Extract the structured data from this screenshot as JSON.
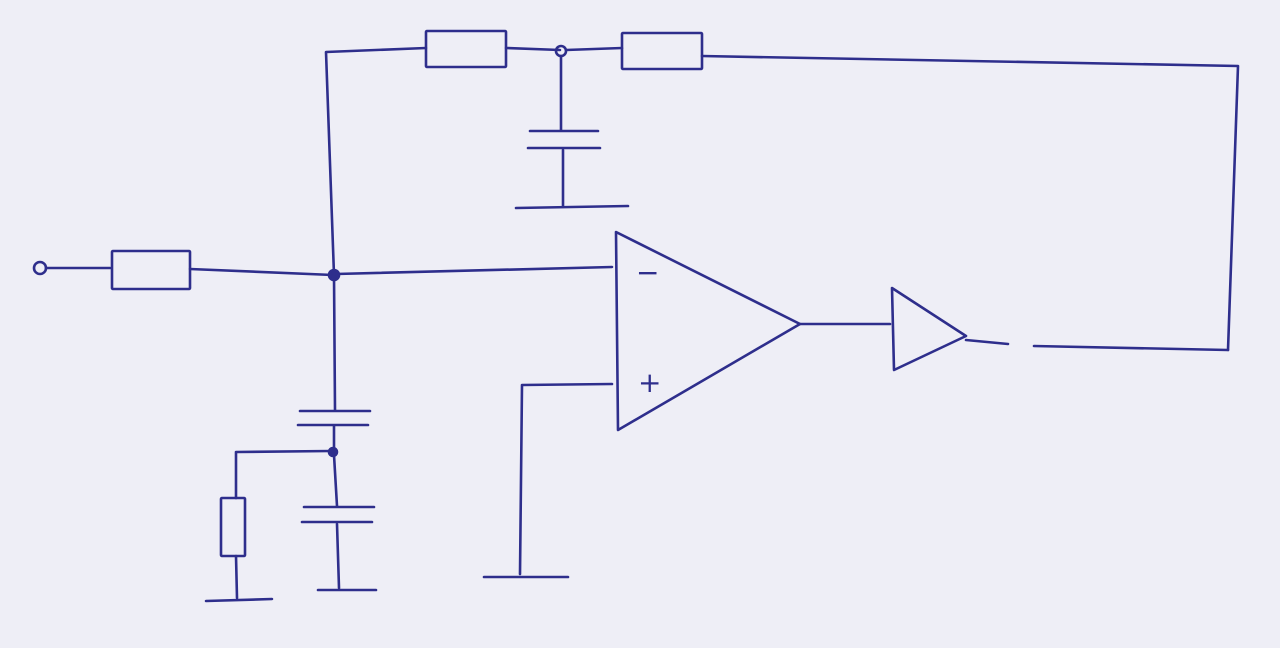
{
  "diagram": {
    "description_visible_text": {
      "opamp_inverting_sign": "−",
      "opamp_noninverting_sign": "+"
    },
    "colors": {
      "ink": "#2e2e8c",
      "paper": "#eeeef6"
    },
    "components": [
      {
        "kind": "terminal",
        "icon": "input-terminal"
      },
      {
        "kind": "resistor",
        "icon": "input-resistor"
      },
      {
        "kind": "resistor",
        "icon": "feedback-resistor-left"
      },
      {
        "kind": "resistor",
        "icon": "feedback-resistor-right"
      },
      {
        "kind": "capacitor",
        "icon": "t-node-capacitor"
      },
      {
        "kind": "capacitor",
        "icon": "series-capacitor"
      },
      {
        "kind": "capacitor",
        "icon": "shunt-capacitor"
      },
      {
        "kind": "resistor",
        "icon": "shunt-resistor"
      },
      {
        "kind": "opamp",
        "icon": "op-amp"
      },
      {
        "kind": "buffer",
        "icon": "output-buffer"
      },
      {
        "kind": "ground",
        "icon": "ground-symbol"
      }
    ]
  }
}
